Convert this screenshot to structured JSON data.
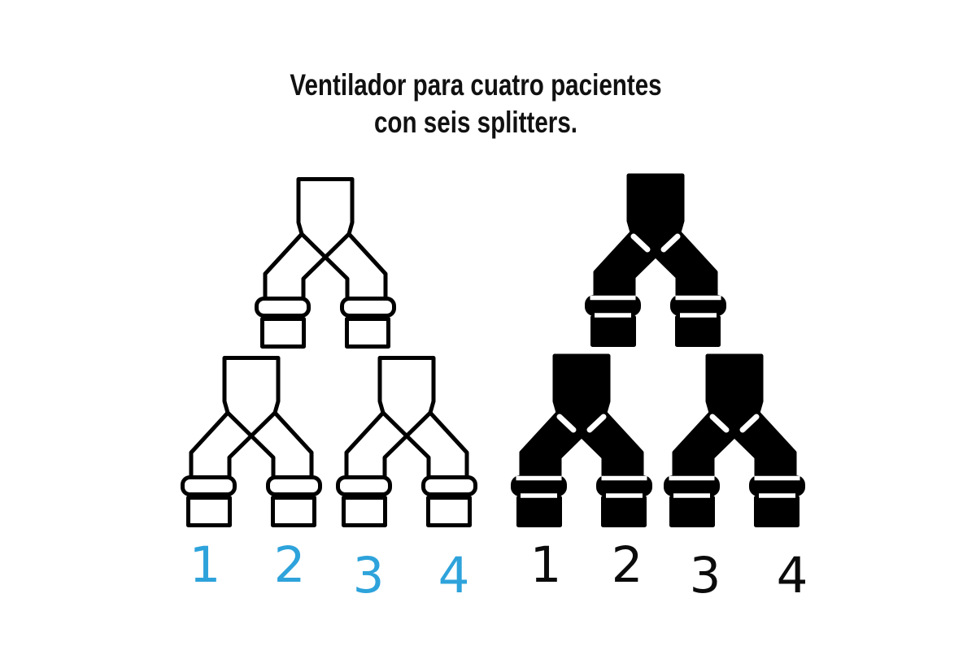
{
  "title": {
    "line1": "Ventilador para cuatro pacientes",
    "line2": "con seis splitters."
  },
  "diagram": {
    "description": "Two mirrored tree arrangements of Y-splitter pipe fittings, three splitters each (one on top feeding two below), giving four patient outlets per tree",
    "left_group": {
      "style": "outline",
      "splitter_count": 3,
      "patient_labels": [
        "1",
        "2",
        "3",
        "4"
      ],
      "label_color": "#2EA3DB"
    },
    "right_group": {
      "style": "filled",
      "splitter_count": 3,
      "patient_labels": [
        "1",
        "2",
        "3",
        "4"
      ],
      "label_color": "#0B0B0B"
    }
  },
  "colors": {
    "background": "#FFFFFF",
    "line": "#000000",
    "fill": "#000000",
    "accent_blue": "#2EA3DB"
  }
}
